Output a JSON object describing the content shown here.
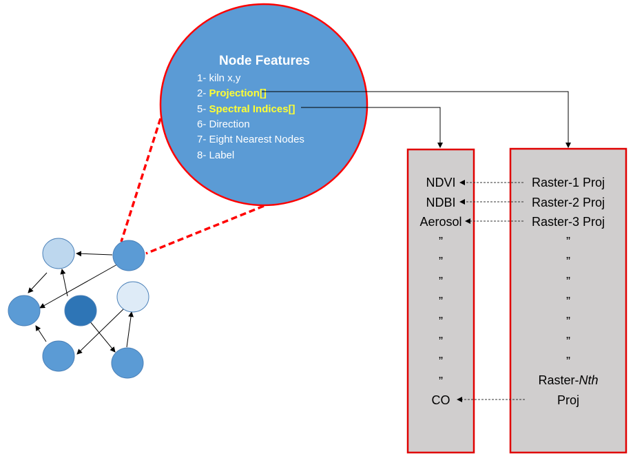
{
  "node_features": {
    "title": "Node Features",
    "items": [
      {
        "prefix": "1- ",
        "text": "kiln x,y",
        "highlight": false
      },
      {
        "prefix": "2- ",
        "text": "Projection[]",
        "highlight": true
      },
      {
        "prefix": "5- ",
        "text": "Spectral Indices[]",
        "highlight": true
      },
      {
        "prefix": "6- ",
        "text": "Direction",
        "highlight": false
      },
      {
        "prefix": "7- ",
        "text": "Eight Nearest Nodes",
        "highlight": false
      },
      {
        "prefix": "8- ",
        "text": "Label",
        "highlight": false
      }
    ]
  },
  "indices_column": {
    "items": [
      "NDVI",
      "NDBI",
      "Aerosol",
      "”",
      "”",
      "”",
      "”",
      "”",
      "”",
      "”",
      "”",
      "CO"
    ]
  },
  "raster_column": {
    "items": [
      "Raster-1 Proj",
      "Raster-2 Proj",
      "Raster-3 Proj",
      "”",
      "”",
      "”",
      "”",
      "”",
      "”",
      "”"
    ],
    "last_prefix": "Raster-",
    "last_italic": "Nth",
    "last_line2": "Proj"
  },
  "colors": {
    "circle_fill": "#5b9bd5",
    "circle_stroke": "#ff0000",
    "panel_fill": "#d0cece",
    "panel_stroke": "#e00000",
    "highlight_text": "#ffff33",
    "node_light": "#bdd7ee",
    "node_lighter": "#deebf7",
    "node_mid": "#5b9bd5",
    "node_dark": "#2e75b6"
  }
}
